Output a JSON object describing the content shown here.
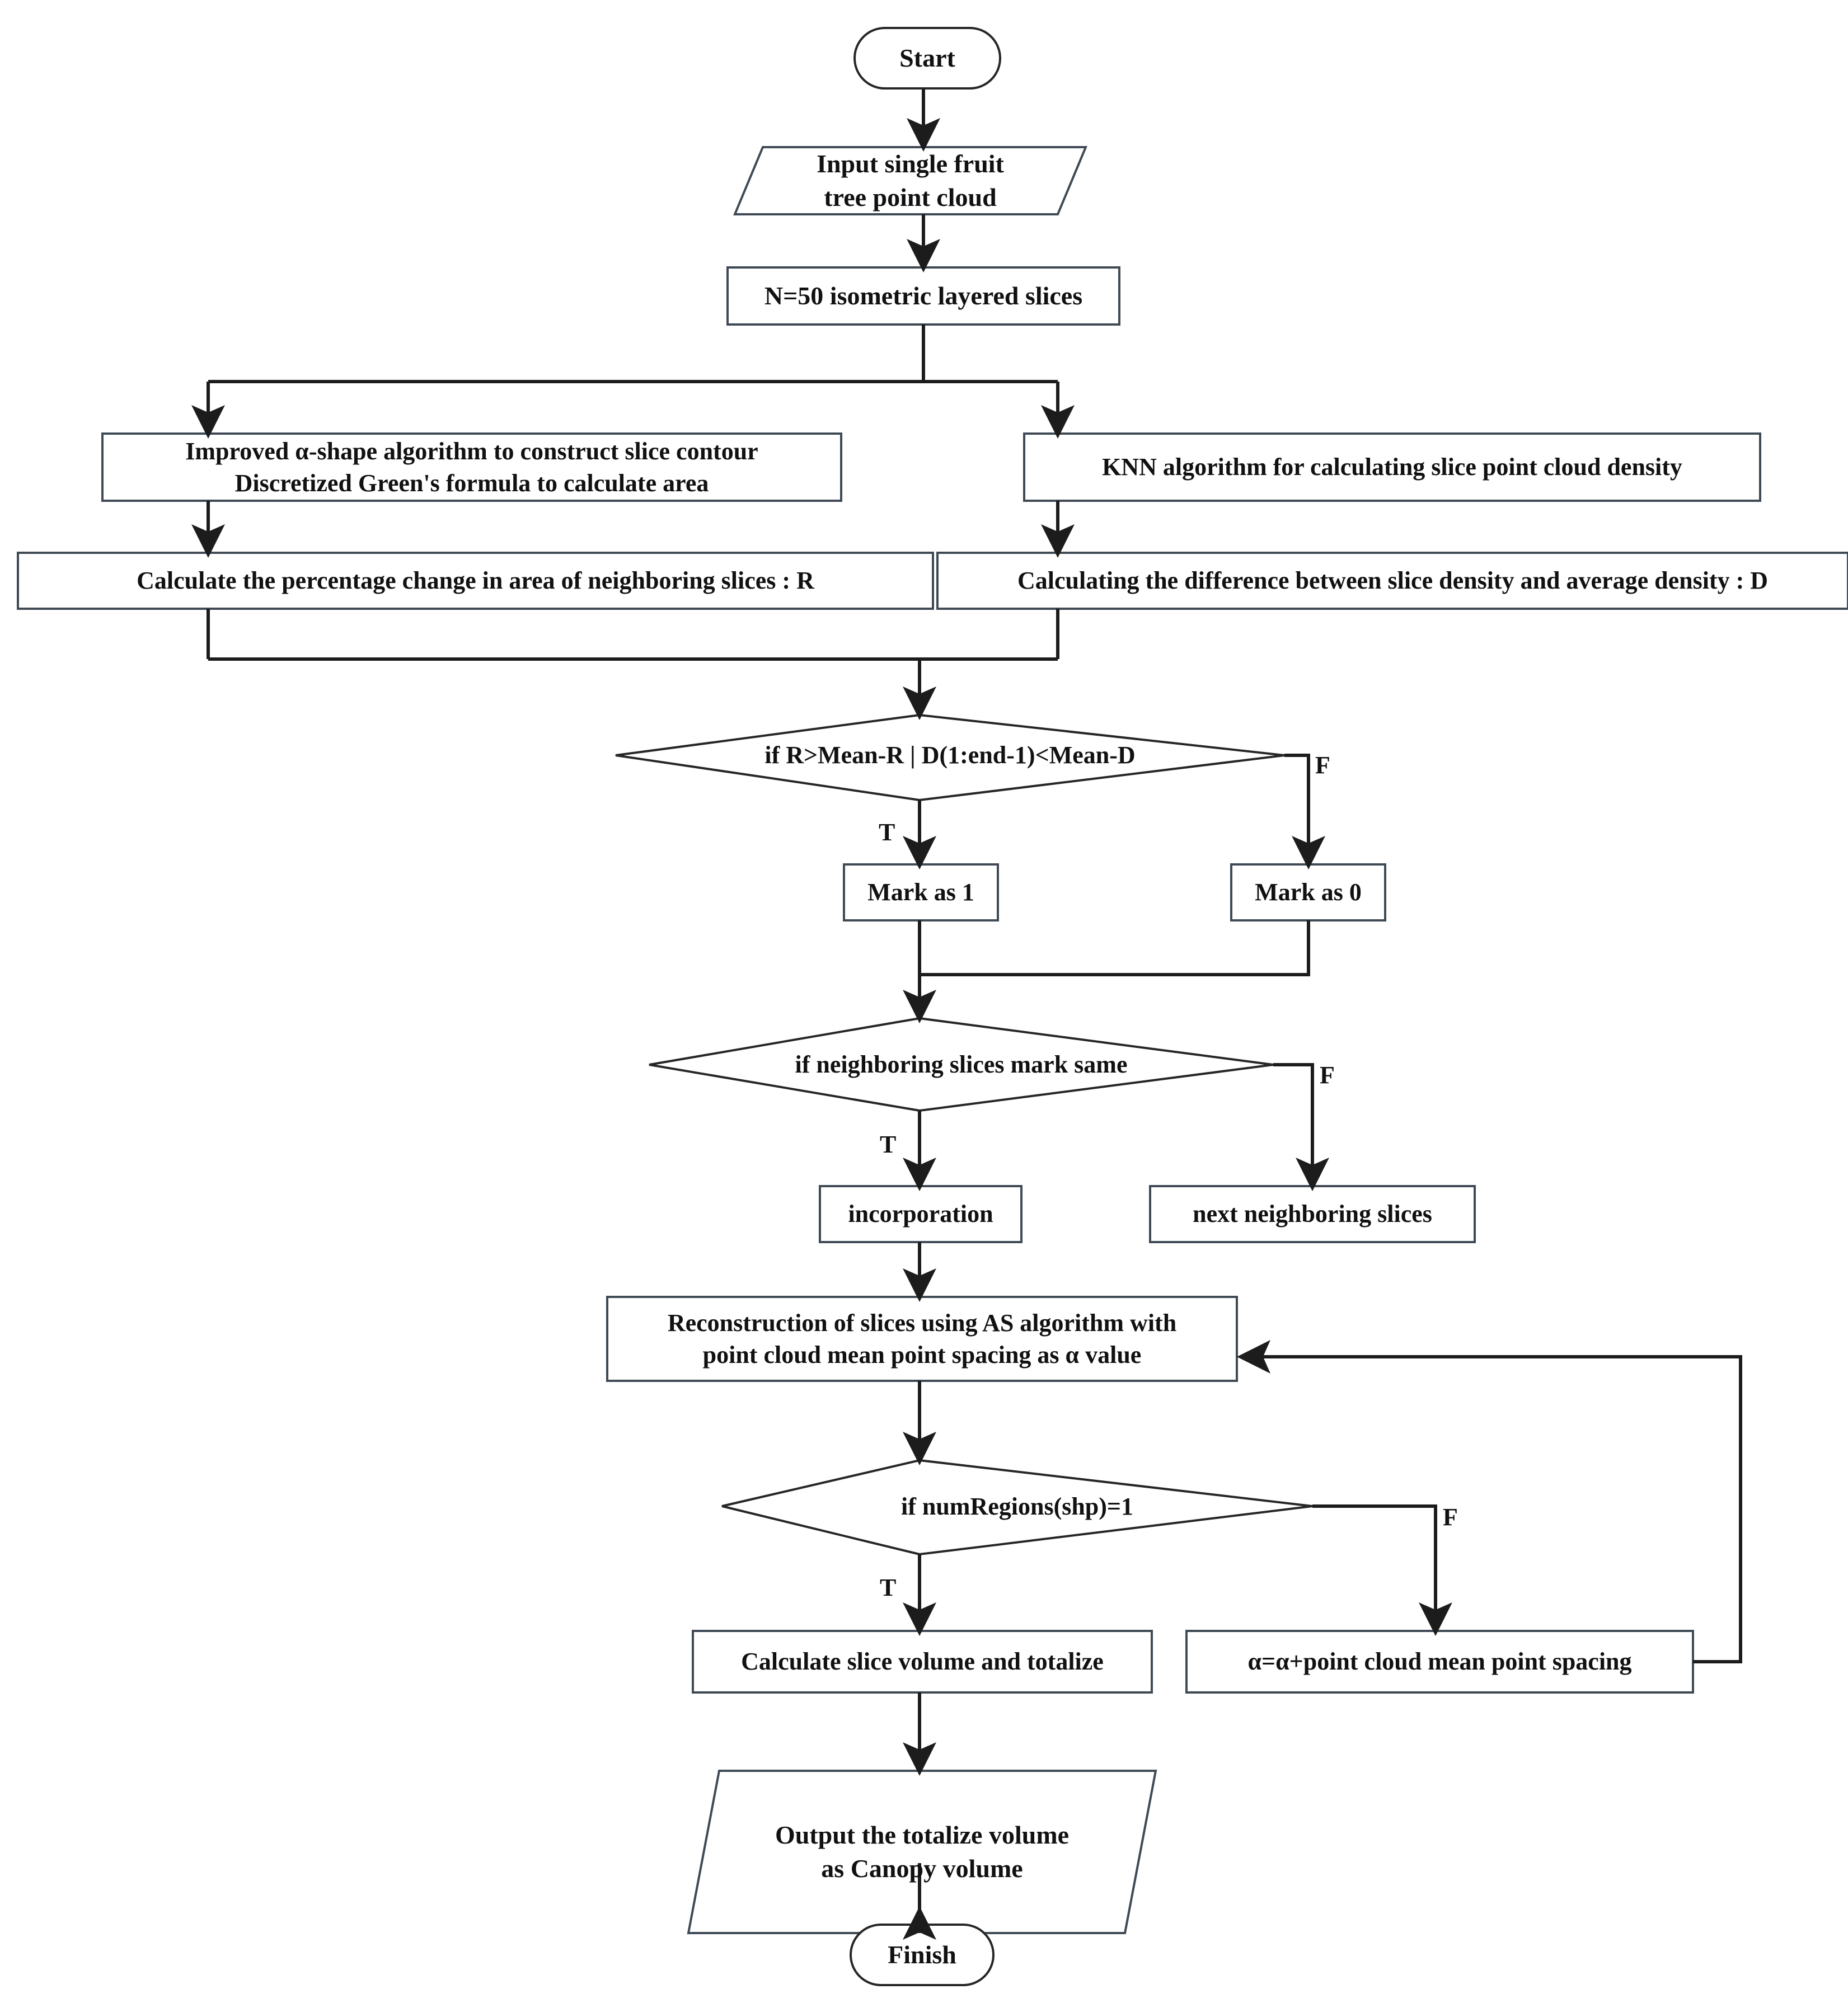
{
  "diagram": {
    "title": "Canopy volume calculation flowchart",
    "colors": {
      "box_stroke": "#3f4a55",
      "line": "#1c1c1c",
      "text": "#111111",
      "background": "#ffffff"
    },
    "nodes": {
      "start": {
        "label": "Start",
        "shape": "terminator"
      },
      "input_cloud": {
        "label": "Input single fruit\ntree point cloud",
        "shape": "parallelogram"
      },
      "slices": {
        "label": "N=50 isometric layered slices",
        "shape": "process"
      },
      "alpha_shape": {
        "label": "Improved α-shape algorithm to construct slice contour\nDiscretized Green's formula to calculate area",
        "shape": "process"
      },
      "knn": {
        "label": "KNN algorithm for calculating slice point cloud density",
        "shape": "process"
      },
      "calc_r": {
        "label": "Calculate the percentage change in area of neighboring slices : R",
        "shape": "process"
      },
      "calc_d": {
        "label": "Calculating the difference between slice density and average density : D",
        "shape": "process"
      },
      "decision_rd": {
        "label": "if R>Mean-R | D(1:end-1)<Mean-D",
        "shape": "decision"
      },
      "mark1": {
        "label": "Mark as 1",
        "shape": "process"
      },
      "mark0": {
        "label": "Mark as 0",
        "shape": "process"
      },
      "decision_same": {
        "label": "if neighboring slices mark same",
        "shape": "decision"
      },
      "incorporation": {
        "label": "incorporation",
        "shape": "process"
      },
      "next_slices": {
        "label": "next neighboring slices",
        "shape": "process"
      },
      "reconstruction": {
        "label": "Reconstruction of slices using AS algorithm with\npoint cloud mean point spacing as α value",
        "shape": "process"
      },
      "decision_regions": {
        "label": "if numRegions(shp)=1",
        "shape": "decision"
      },
      "calc_volume": {
        "label": "Calculate slice volume and totalize",
        "shape": "process"
      },
      "alpha_increase": {
        "label": "α=α+point cloud mean point spacing",
        "shape": "process"
      },
      "output_volume": {
        "label": "Output the totalize volume\nas Canopy volume",
        "shape": "parallelogram"
      },
      "finish": {
        "label": "Finish",
        "shape": "terminator"
      }
    },
    "edge_labels": {
      "rd_true": "T",
      "rd_false": "F",
      "same_true": "T",
      "same_false": "F",
      "regions_true": "T",
      "regions_false": "F"
    }
  }
}
